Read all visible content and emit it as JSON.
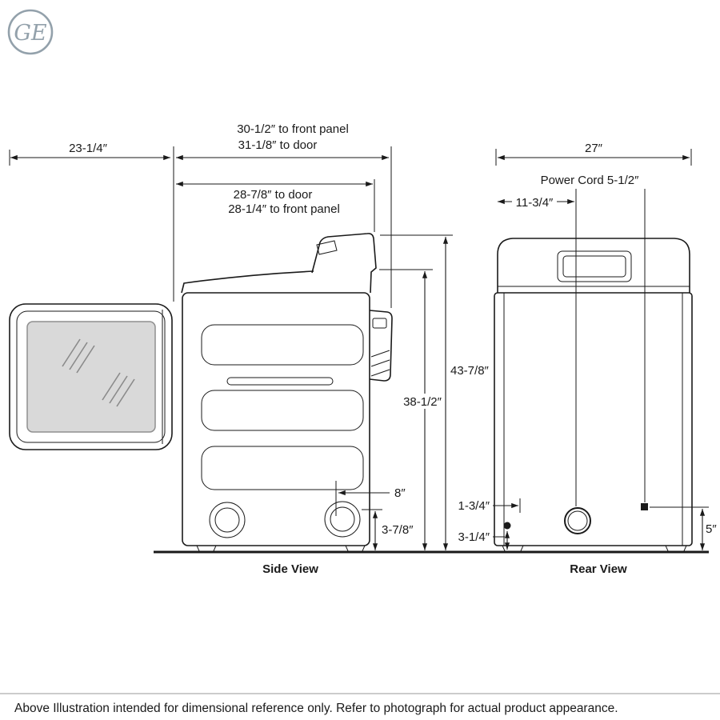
{
  "brand": {
    "logo_text": "GE"
  },
  "side_view": {
    "label": "Side View",
    "dim_depth_door_open": "23-1/4″",
    "dim_depth_front_panel": "30-1/2″ to front panel",
    "dim_depth_door": "31-1/8″ to door",
    "dim_upper_door": "28-7/8″ to door",
    "dim_upper_front_panel": "28-1/4″ to front panel",
    "dim_height_overall": "43-7/8″",
    "dim_height_top": "38-1/2″",
    "dim_exhaust_from_rear": "8″",
    "dim_exhaust_height": "3-7/8″"
  },
  "rear_view": {
    "label": "Rear View",
    "dim_width": "27″",
    "label_power_cord": "Power Cord 5-1/2″",
    "dim_power_cord_offset": "11-3/4″",
    "dim_leg_inset": "1-3/4″",
    "dim_leg_height": "3-1/4″",
    "dim_right_height": "5″"
  },
  "footer": {
    "note": "Above Illustration intended for dimensional reference only. Refer to photograph for actual product appearance."
  }
}
